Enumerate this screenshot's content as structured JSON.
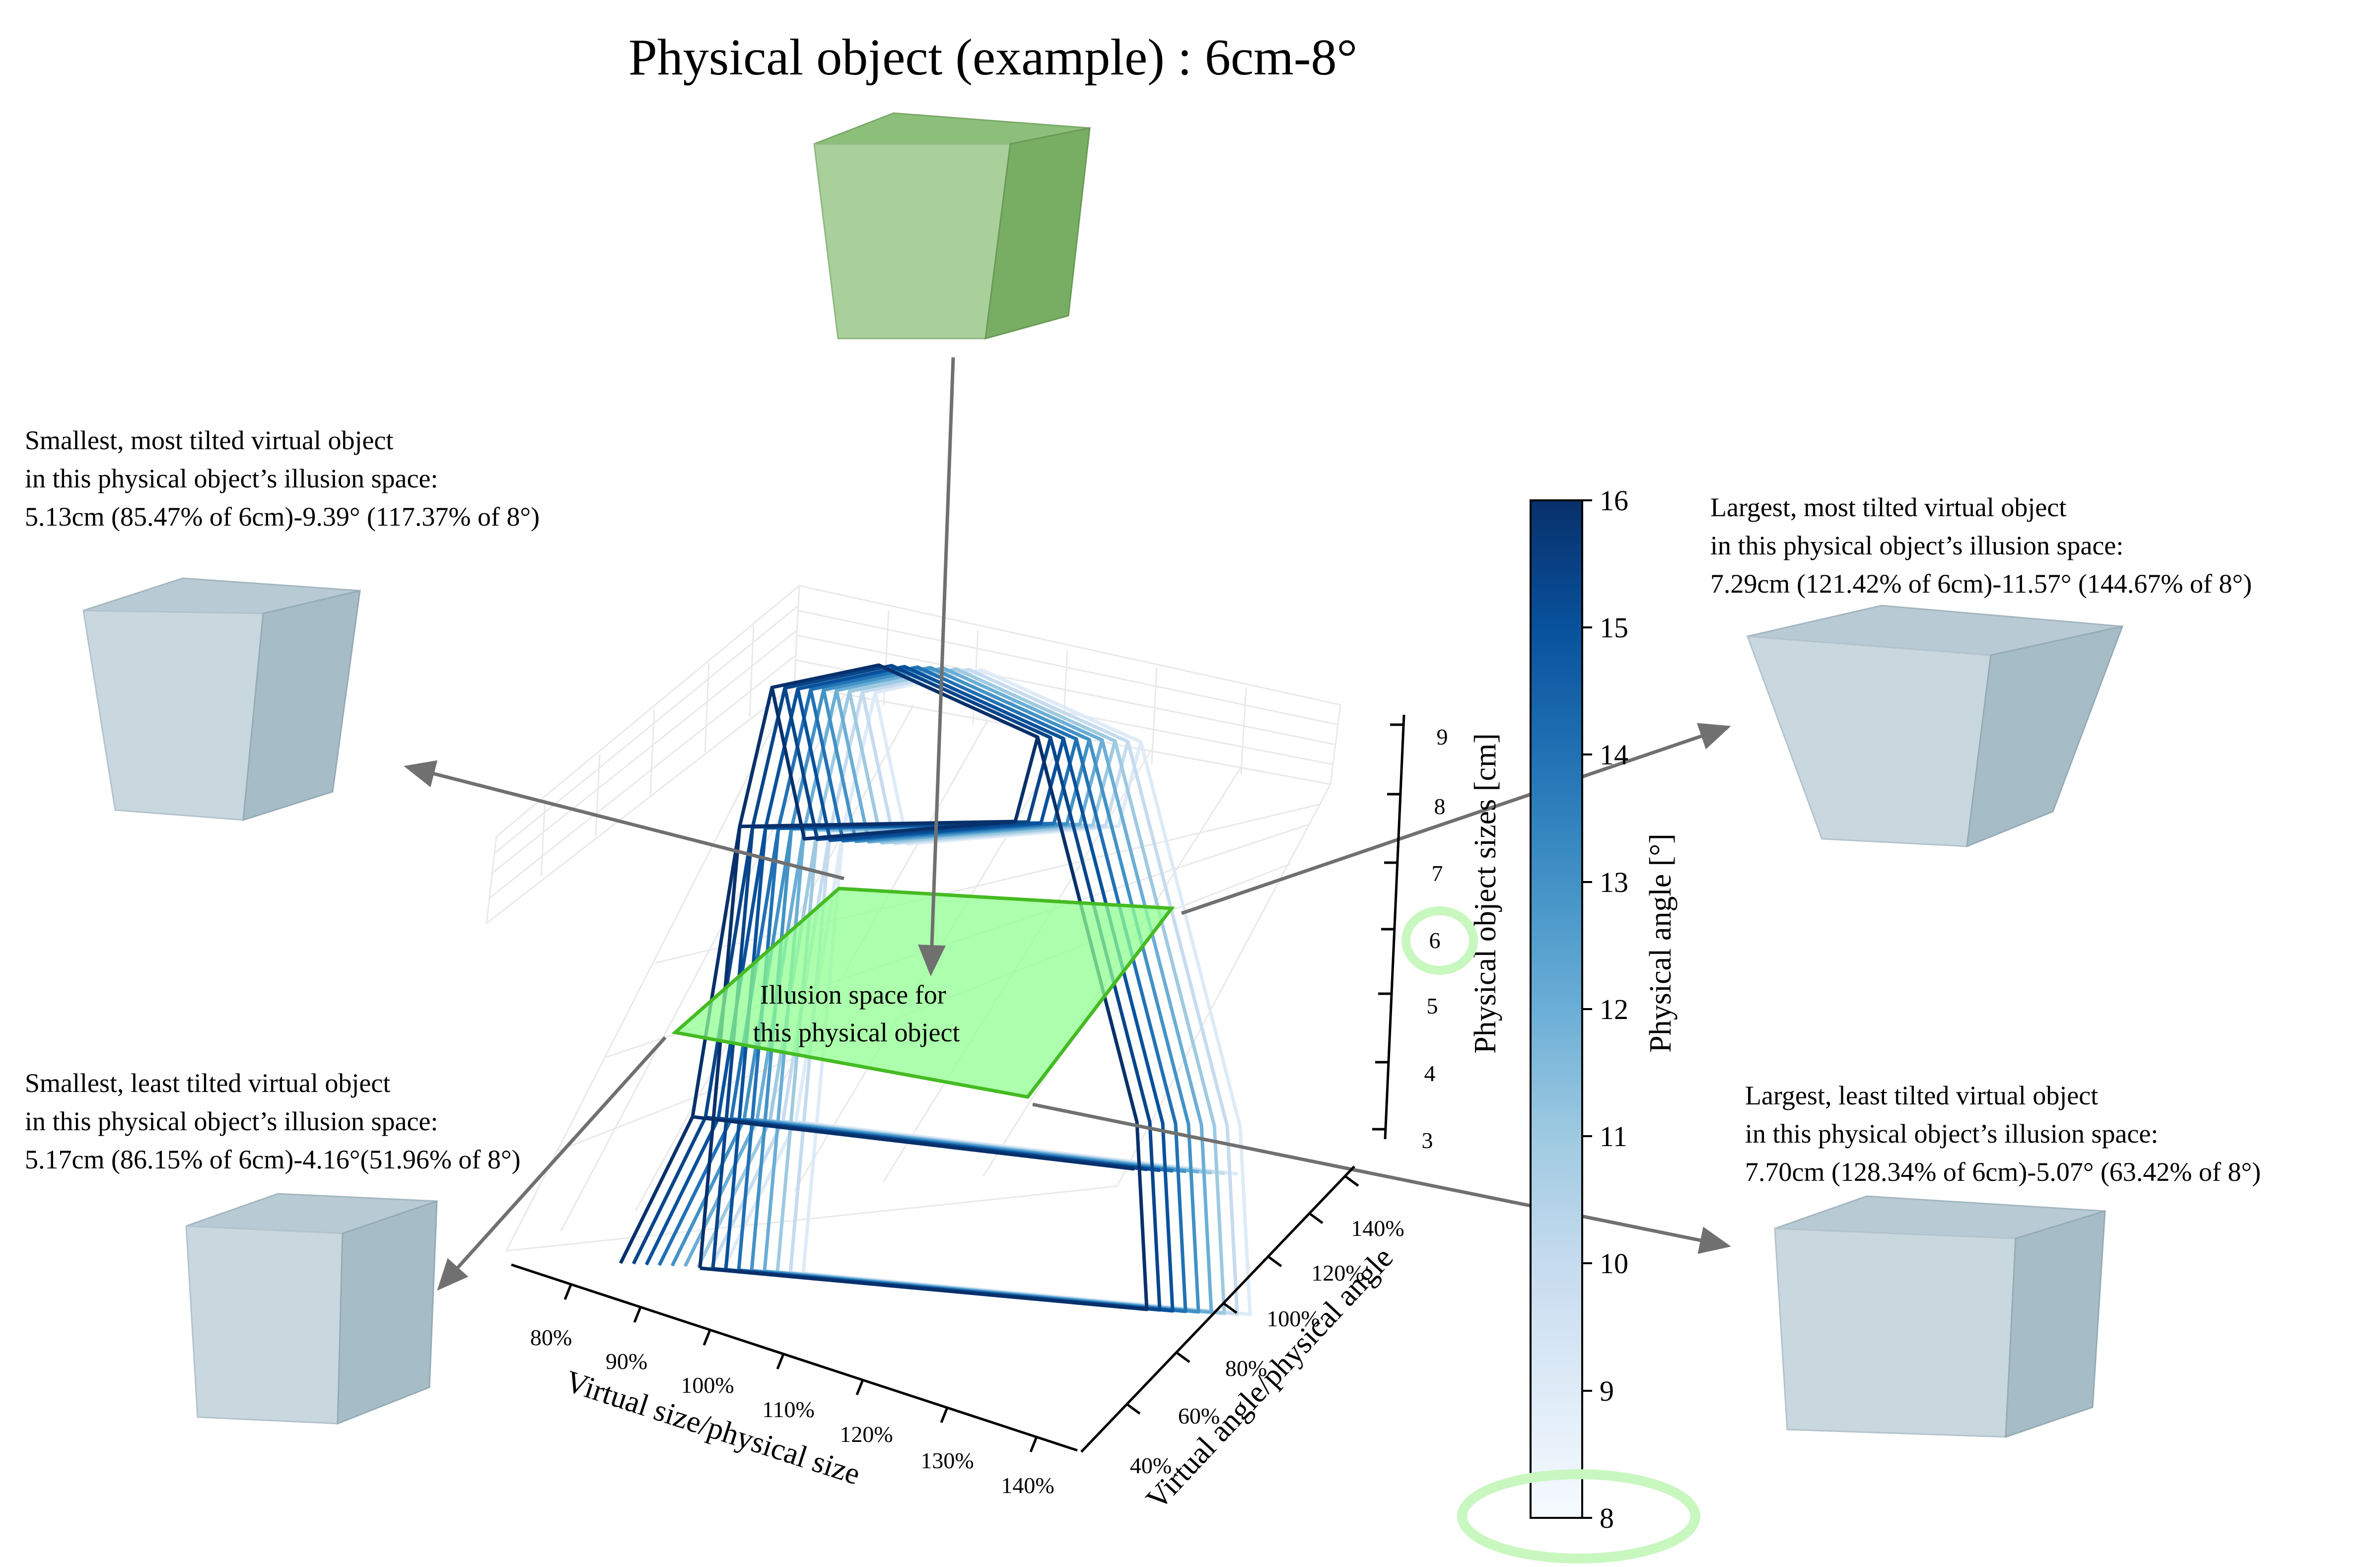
{
  "title": "Physical object (example) : 6cm-8°",
  "center_label": [
    "Illusion space for",
    "this physical object"
  ],
  "annotations": {
    "smallest_most_tilted": [
      "Smallest, most tilted virtual object",
      "in this physical object’s illusion space:",
      "5.13cm (85.47% of 6cm)-9.39° (117.37% of 8°)"
    ],
    "smallest_least_tilted": [
      "Smallest, least tilted virtual object",
      "in this physical object’s illusion space:",
      "5.17cm (86.15% of 6cm)-4.16°(51.96% of 8°)"
    ],
    "largest_most_tilted": [
      "Largest, most tilted virtual object",
      "in this physical object’s illusion space:",
      "7.29cm (121.42% of 6cm)-11.57° (144.67% of 8°)"
    ],
    "largest_least_tilted": [
      "Largest, least tilted virtual object",
      "in this physical object’s illusion space:",
      "7.70cm (128.34% of 6cm)-5.07° (63.42% of 8°)"
    ]
  },
  "axes": {
    "x": {
      "label": "Virtual size/physical size",
      "ticks": [
        "80%",
        "90%",
        "100%",
        "110%",
        "120%",
        "130%",
        "140%"
      ]
    },
    "y": {
      "label": "Virtual angle/physical angle",
      "ticks": [
        "40%",
        "60%",
        "80%",
        "100%",
        "120%",
        "140%"
      ]
    },
    "z": {
      "label": "Physical object sizes [cm]",
      "ticks": [
        "3",
        "4",
        "5",
        "6",
        "7",
        "8",
        "9"
      ]
    }
  },
  "colorbar": {
    "label": "Physical angle [°]",
    "ticks": [
      "8",
      "9",
      "10",
      "11",
      "12",
      "13",
      "14",
      "15",
      "16"
    ],
    "min": 8,
    "max": 16,
    "colormap": "Blues"
  },
  "colors": {
    "green_cube_front": "#a9cf9b",
    "green_cube_side": "#78ae63",
    "green_cube_top": "#8cc07a",
    "plane_fill": "#90ff90",
    "plane_edge": "#44bb22",
    "gray_cube_front": "#c9d7df",
    "gray_cube_side": "#a6bcc7",
    "gray_cube_top": "#b8cbd4",
    "highlight_ring": "#c9f7c0",
    "arrow": "#707070"
  }
}
